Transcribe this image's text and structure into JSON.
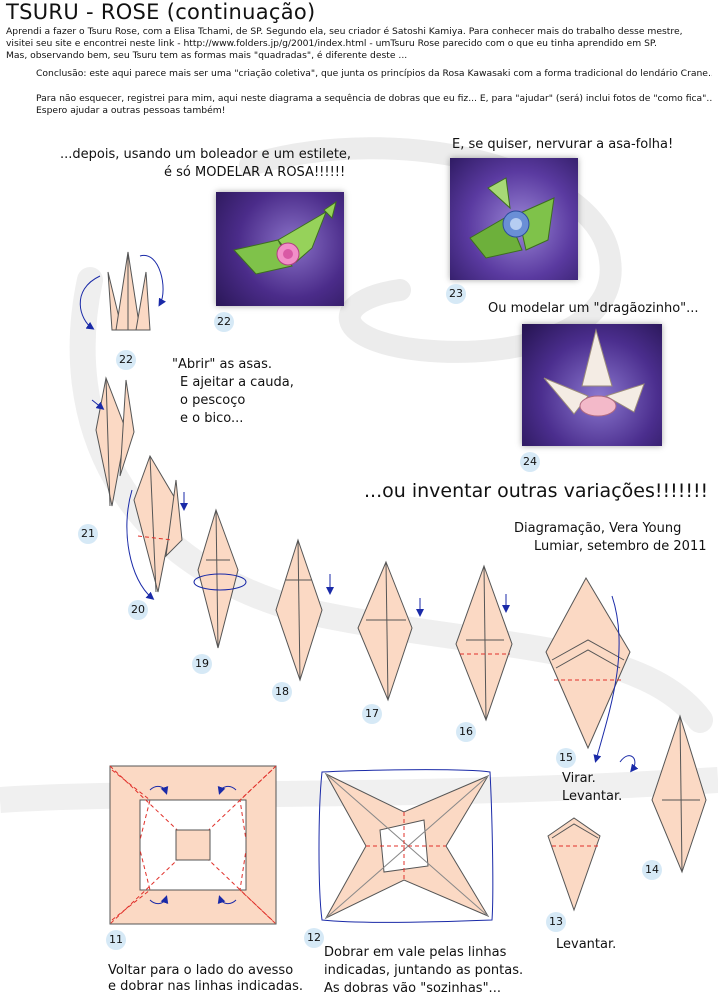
{
  "title": "TSURU - ROSE (continuação)",
  "intro": {
    "line1": "Aprendi a fazer o Tsuru Rose, com a Elisa Tchami, de SP. Segundo ela, seu criador é Satoshi Kamiya. Para conhecer mais do trabalho desse mestre,",
    "line2": "visitei seu site e encontrei neste link - http://www.folders.jp/g/2001/index.html - umTsuru Rose parecido com o que eu tinha aprendido em SP.",
    "line3": "Mas, observando bem, seu Tsuru tem as formas mais \"quadradas\", é diferente deste ...",
    "conclusion": "Conclusão: este aqui parece mais ser uma \"criação coletiva\", que junta os princípios da Rosa Kawasaki com a forma tradicional do lendário Crane...",
    "note1": "Para não esquecer, registrei para mim, aqui neste diagrama a sequência de dobras que eu fiz... E, para \"ajudar\" (será) inclui fotos de \"como fica\"...",
    "note2": "Espero ajudar a outras pessoas também!"
  },
  "captions": {
    "modelar_1": "...depois, usando um boleador e um estilete,",
    "modelar_2": "é só MODELAR A ROSA!!!!!!",
    "nervurar": "E, se quiser, nervurar a asa-folha!",
    "dragao": "Ou modelar um \"dragãozinho\"...",
    "abrir_1": "\"Abrir\" as asas.",
    "abrir_2": "E ajeitar a cauda,",
    "abrir_3": "o pescoço",
    "abrir_4": "e o bico...",
    "inventar": "...ou inventar outras variações!!!!!!!",
    "credit_1": "Diagramação, Vera Young",
    "credit_2": "Lumiar, setembro de 2011",
    "virar_1": "Virar.",
    "virar_2": "Levantar.",
    "levantar": "Levantar.",
    "s12_1": "Dobrar em vale pelas linhas",
    "s12_2": "indicadas, juntando as pontas.",
    "s12_3": "As dobras vão \"sozinhas\"...",
    "s11_1": "Voltar para o lado do avesso",
    "s11_2": "e dobrar nas linhas indicadas."
  },
  "steps": {
    "s22a": "22",
    "s23": "23",
    "s24": "24",
    "s22b": "22",
    "s21": "21",
    "s20": "20",
    "s19": "19",
    "s18": "18",
    "s17": "17",
    "s16": "16",
    "s15": "15",
    "s14": "14",
    "s13": "13",
    "s12": "12",
    "s11": "11"
  },
  "colors": {
    "paper": "#fbd9c4",
    "line": "#555555",
    "valley": "#e0302a",
    "arrow": "#1a2aa8",
    "badge": "#d6e9f6",
    "swirl": "#e8e8e8"
  }
}
